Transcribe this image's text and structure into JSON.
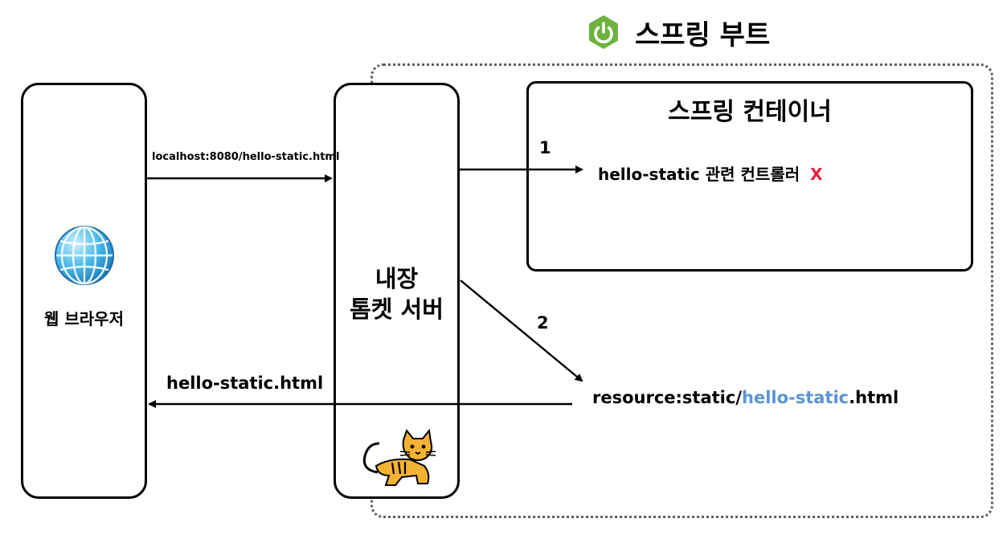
{
  "spring_boot": {
    "title": "스프링 부트",
    "logo_color": "#6db33f"
  },
  "web_browser": {
    "label": "웹 브라우저",
    "icon": "globe-icon",
    "icon_color": "#3aa6d8"
  },
  "tomcat": {
    "line1": "내장",
    "line2": "톰켓 서버",
    "icon": "tomcat-icon"
  },
  "container": {
    "title": "스프링 컨테이너",
    "controller_text": "hello-static 관련 컨트롤러",
    "controller_mark": "X",
    "mark_color": "#e0243d"
  },
  "arrows": {
    "request_label": "localhost:8080/hello-static.html",
    "step1": "1",
    "step2": "2",
    "response_label": "hello-static.html"
  },
  "resource": {
    "prefix": "resource:static/",
    "highlight": "hello-static",
    "suffix": ".html",
    "highlight_color": "#5b93d6"
  }
}
